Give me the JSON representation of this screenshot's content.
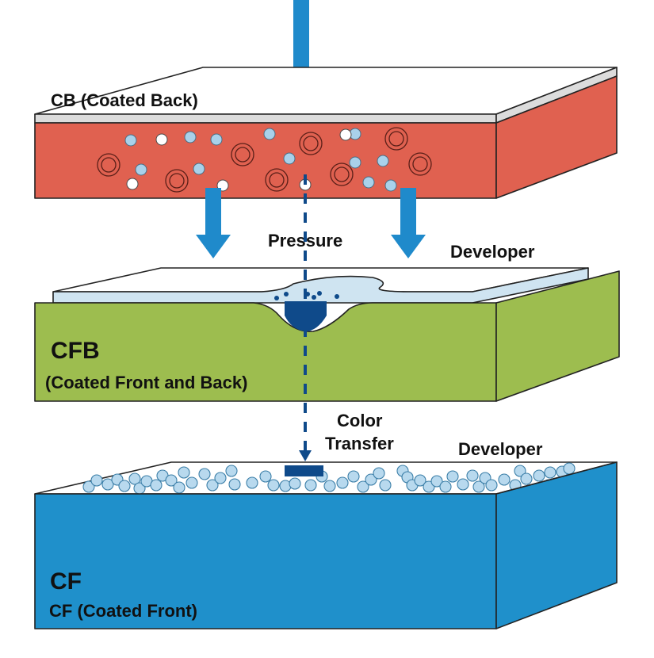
{
  "title": "Carbonless Copy Paper: Pressure-Driven Color Transfer",
  "colors": {
    "cb_sheet": "#e06150",
    "cb_coating": "#dcdcdc",
    "cfb_sheet": "#9dbd4f",
    "cfb_coating": "#cfe4f1",
    "cf_sheet": "#1f90cb",
    "arrow": "#1f8acb",
    "dye": "#0f4a8a",
    "microcapsule_fill": "#a9d1ea",
    "microcapsule_stroke": "#3c7fa8"
  },
  "layers": {
    "cb": {
      "label": "CB (Coated Back)"
    },
    "cfb": {
      "short": "CFB",
      "label": "(Coated Front and Back)"
    },
    "cf": {
      "short": "CF",
      "label": "CF (Coated Front)"
    }
  },
  "annotations": {
    "pressure": "Pressure",
    "developer_middle": "Developer",
    "color_transfer_line1": "Color",
    "color_transfer_line2": "Transfer",
    "developer_bottom": "Developer"
  },
  "icons": {
    "pressure_arrow_top": "arrow-down-icon",
    "pressure_arrow_left": "arrow-down-icon",
    "pressure_arrow_right": "arrow-down-icon",
    "transfer_arrow": "dashed-arrow-down-icon"
  }
}
